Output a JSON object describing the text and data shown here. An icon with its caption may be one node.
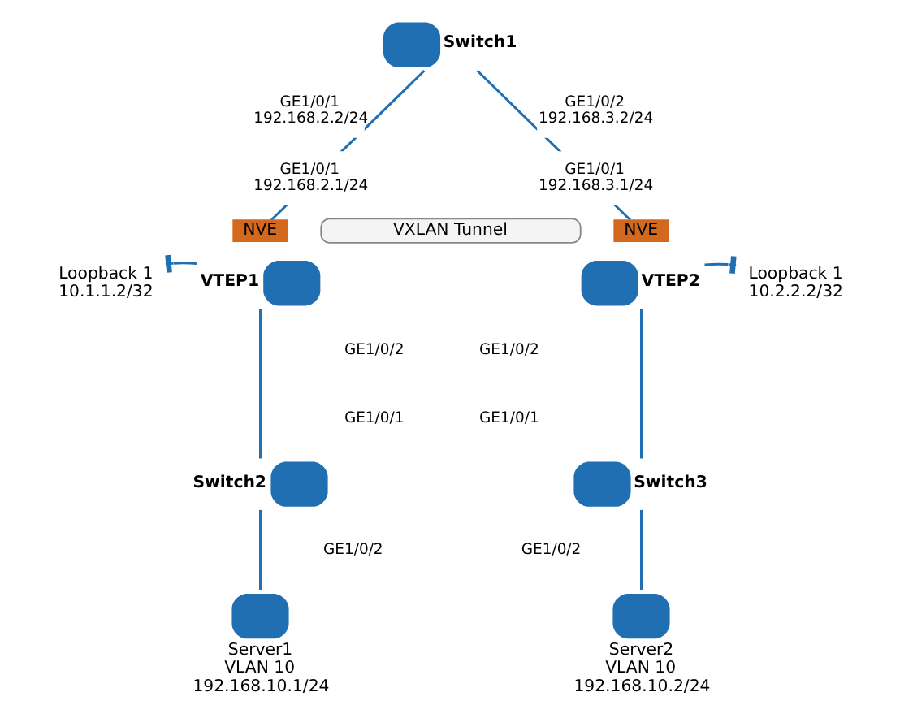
{
  "diagram": {
    "nodes": [
      {
        "text": [],
        "shape": "box",
        "beside": [
          "Switch1"
        ]
      },
      {
        "text": [
          "NVE"
        ]
      },
      {
        "text": [],
        "shape": "box",
        "beside": [
          "VTEP1"
        ]
      },
      {
        "text": [
          "Loopback 1 10.1.1.2/32"
        ]
      },
      {
        "text": [
          "VXLAN Tunnel"
        ]
      },
      {
        "text": [
          "NVE"
        ]
      },
      {
        "text": [],
        "shape": "box",
        "beside": [
          "VTEP2"
        ]
      },
      {
        "text": [
          "Loopback 1 10.2.2.2/32"
        ]
      },
      {
        "text": [],
        "shape": "box",
        "beside": [
          "Switch2"
        ]
      },
      {
        "text": [],
        "shape": "box",
        "beside": [
          "Switch3"
        ]
      },
      {
        "text": [],
        "shape": "box",
        "beside": [
          "Server1 VLAN 10 192.168.10.1/24"
        ]
      },
      {
        "text": [],
        "shape": "box",
        "beside": [
          "Server2 VLAN 10 192.168.10.2/24"
        ]
      }
    ],
    "edges": [
      {
        "from": 0,
        "to": 1,
        "arrow": "none"
      },
      {
        "from": 0,
        "to": 5,
        "arrow": "none"
      },
      {
        "from": 2,
        "to": 3,
        "arrow": "other"
      },
      {
        "from": 6,
        "to": 7,
        "arrow": "other"
      },
      {
        "from": 2,
        "to": 8,
        "arrow": "none"
      },
      {
        "from": 6,
        "to": 9,
        "arrow": "none"
      },
      {
        "from": 8,
        "to": 10,
        "arrow": "none"
      },
      {
        "from": 9,
        "to": 11,
        "arrow": "none"
      }
    ],
    "labels": [
      "GE1/0/1 192.168.2.2/24",
      "GE1/0/2 192.168.3.2/24",
      "GE1/0/1 192.168.2.1/24",
      "GE1/0/1 192.168.3.1/24",
      "GE1/0/2",
      "GE1/0/2",
      "GE1/0/1",
      "GE1/0/1",
      "GE1/0/2",
      "GE1/0/2"
    ]
  }
}
